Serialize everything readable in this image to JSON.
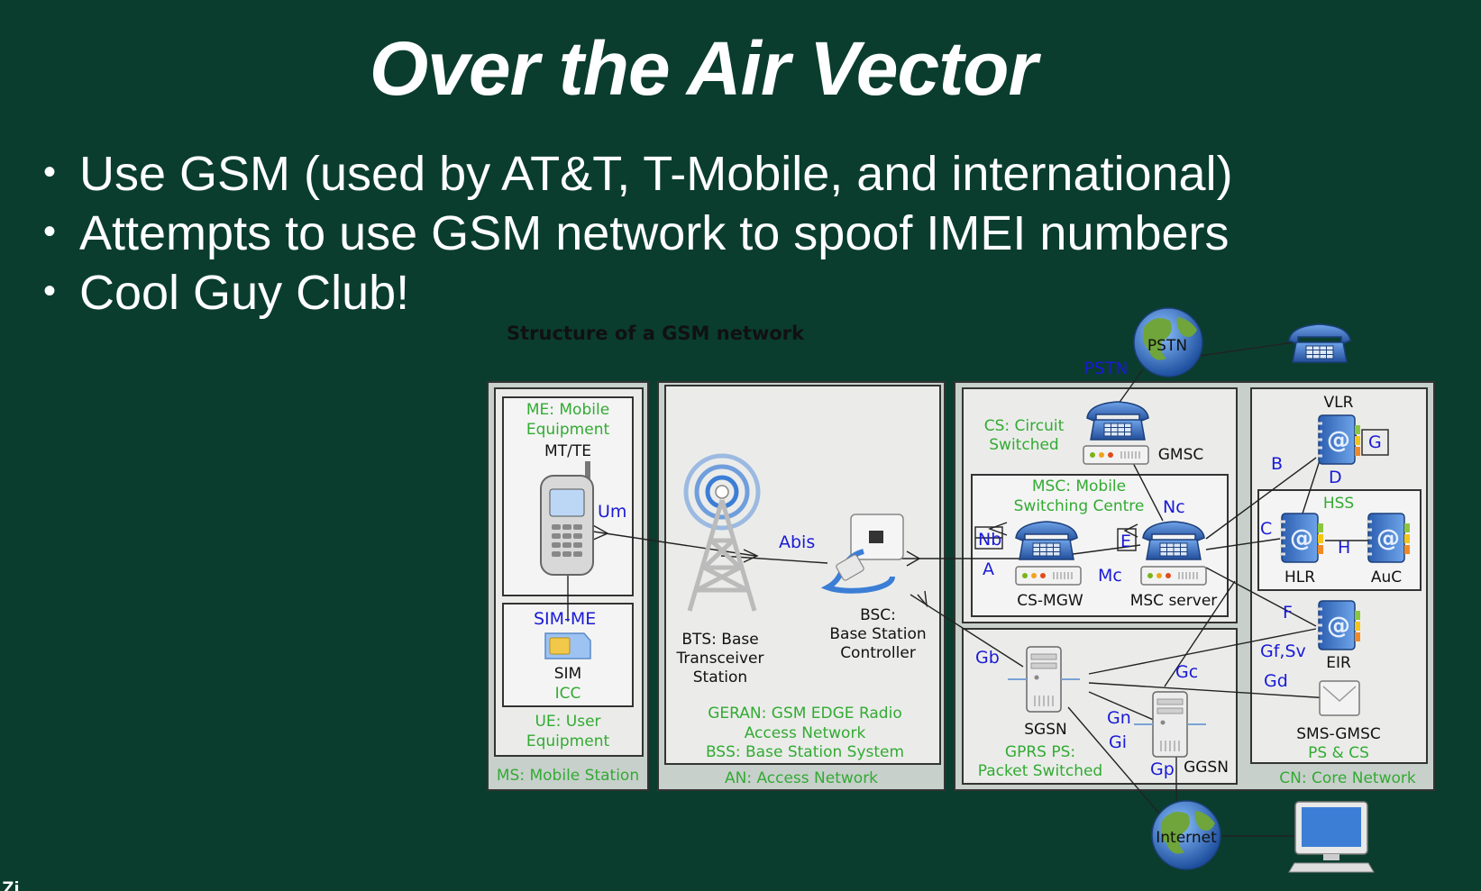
{
  "slide": {
    "title": "Over the Air Vector",
    "bullets": [
      "Use GSM (used by AT&T, T-Mobile, and international)",
      "Attempts to use GSM network to spoof IMEI numbers",
      "Cool Guy Club!"
    ]
  },
  "diagram": {
    "title": "Structure of a GSM network",
    "sections": {
      "ms": "MS: Mobile Station",
      "an": "AN: Access Network",
      "cn": "CN: Core Network"
    },
    "boxes": {
      "me_line1": "ME: Mobile",
      "me_line2": "Equipment",
      "ue_line1": "UE: User",
      "ue_line2": "Equipment",
      "geran_line1": "GERAN: GSM EDGE Radio",
      "geran_line2": "Access Network",
      "bss": "BSS: Base Station System",
      "cs_line1": "CS: Circuit",
      "cs_line2": "Switched",
      "msc_line1": "MSC: Mobile",
      "msc_line2": "Switching Centre",
      "gprs_line1": "GPRS PS:",
      "gprs_line2": "Packet Switched",
      "hss": "HSS",
      "ps_cs": "PS & CS"
    },
    "nodes": {
      "mt_te": "MT/TE",
      "sim": "SIM",
      "icc": "ICC",
      "bts_line1": "BTS: Base",
      "bts_line2": "Transceiver",
      "bts_line3": "Station",
      "bsc_line1": "BSC:",
      "bsc_line2": "Base Station",
      "bsc_line3": "Controller",
      "pstn": "PSTN",
      "gmsc": "GMSC",
      "cs_mgw": "CS-MGW",
      "msc_server": "MSC server",
      "sgsn": "SGSN",
      "ggsn": "GGSN",
      "vlr": "VLR",
      "hlr": "HLR",
      "auc": "AuC",
      "eir": "EIR",
      "sms_gmsc": "SMS-GMSC",
      "internet": "Internet"
    },
    "interfaces": {
      "um": "Um",
      "sim_me": "SIM-ME",
      "abis": "Abis",
      "pstn": "PSTN",
      "nb": "Nb",
      "a": "A",
      "mc": "Mc",
      "nc": "Nc",
      "e": "E",
      "b": "B",
      "d": "D",
      "g": "G",
      "c": "C",
      "h": "H",
      "f": "F",
      "gf_sv": "Gf,Sv",
      "gd": "Gd",
      "gb": "Gb",
      "gc": "Gc",
      "gn": "Gn",
      "gi": "Gi",
      "gp": "Gp"
    },
    "colors": {
      "box_label": "#33aa33",
      "interface": "#1a1ad6",
      "node_label": "#111111",
      "phone": "#3a6fc4",
      "globe": "#2d6cc0"
    }
  },
  "corner_mark": "Zi"
}
